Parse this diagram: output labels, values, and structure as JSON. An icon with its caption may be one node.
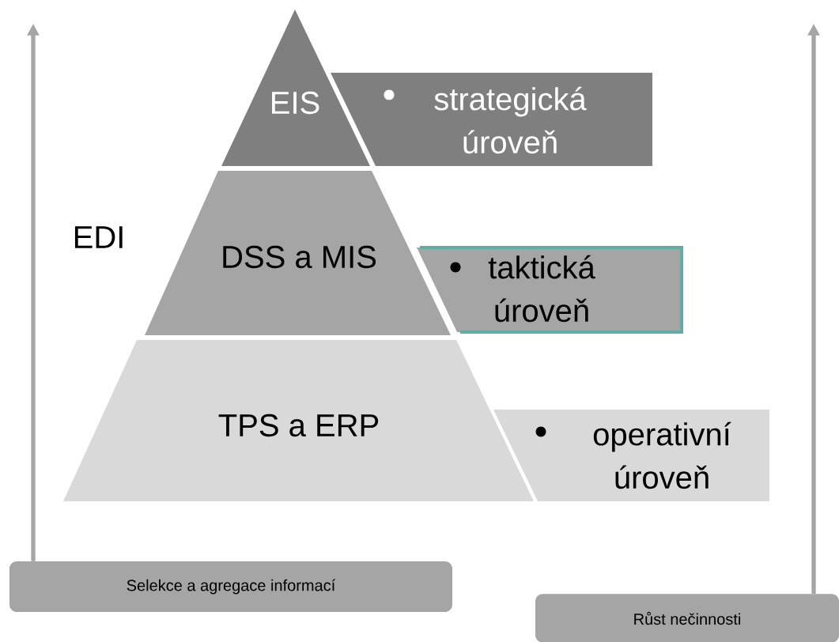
{
  "diagram": {
    "nodes": [
      {
        "text": [
          "EIS"
        ]
      },
      {
        "text": [
          "strategická úroveň"
        ]
      },
      {
        "text": [
          "DSS a MIS"
        ]
      },
      {
        "text": [
          "taktická úroveň"
        ]
      },
      {
        "text": [
          "TPS a ERP"
        ]
      },
      {
        "text": [
          "operativní úroveň"
        ]
      },
      {
        "text": [
          "Selekce a agregace informací"
        ]
      },
      {
        "text": [
          "Růst nečinnosti"
        ]
      }
    ],
    "edges": [
      {
        "from": 6,
        "to": null,
        "arrow": "to"
      },
      {
        "from": 7,
        "to": null,
        "arrow": "to"
      }
    ],
    "labels": [
      "EDI"
    ]
  }
}
